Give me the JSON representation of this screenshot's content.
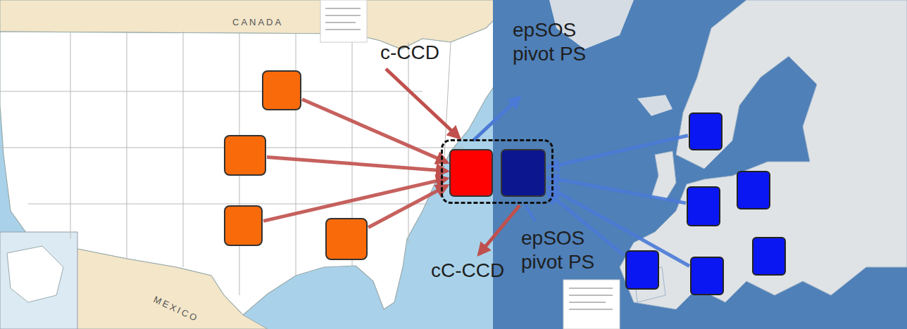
{
  "diagram": {
    "nodes": [
      {
        "text": []
      },
      {
        "text": []
      },
      {
        "text": []
      },
      {
        "text": []
      },
      {
        "text": []
      },
      {
        "text": [],
        "in": 4
      },
      {
        "text": [],
        "in": 4
      },
      {
        "text": []
      },
      {
        "text": []
      },
      {
        "text": []
      },
      {
        "text": []
      },
      {
        "text": []
      },
      {
        "text": []
      }
    ],
    "edges": [
      {
        "from": 0,
        "to": 5,
        "arrow": "to"
      },
      {
        "from": 1,
        "to": 5,
        "arrow": "to"
      },
      {
        "from": 2,
        "to": 5,
        "arrow": "to"
      },
      {
        "from": 3,
        "to": 5,
        "arrow": "to"
      },
      {
        "from": 7,
        "to": 6,
        "arrow": "to"
      },
      {
        "from": 8,
        "to": 6,
        "arrow": "to"
      },
      {
        "from": 11,
        "to": 6,
        "arrow": "to"
      },
      {
        "from": 12,
        "to": 6,
        "arrow": "to"
      }
    ],
    "labels": [
      "c-CCD",
      "epSOS pivot PS",
      "epSOS pivot PS",
      "cC-CCD",
      "CANADA",
      "MEXICO"
    ]
  }
}
